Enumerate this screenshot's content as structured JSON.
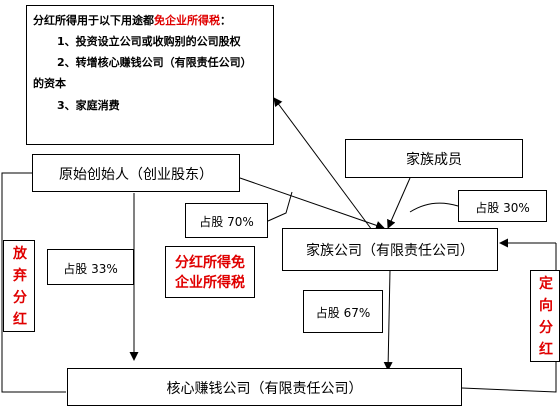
{
  "note": {
    "line1_prefix": "分红所得用于以下用途都",
    "line1_highlight": "免企业所得税",
    "line1_suffix": "：",
    "line2": "1、投资设立公司或收购别的公司股权",
    "line3": "2、转增核心赚钱公司（有限责任公司）",
    "line4": "的资本",
    "line5": "3、家庭消费"
  },
  "nodes": {
    "founder": "原始创始人（创业股东）",
    "family_members": "家族成员",
    "family_company": "家族公司（有限责任公司）",
    "core_company": "核心赚钱公司（有限责任公司）"
  },
  "stakes": {
    "founder_to_family": "占股 70%",
    "members_to_family": "占股 30%",
    "founder_to_core": "占股 33%",
    "family_to_core": "占股 67%"
  },
  "annotations": {
    "dividend_tax_free": "分红所得免企业所得税",
    "abandon_dividend": "放弃分红",
    "directed_dividend": "定向分红"
  },
  "colors": {
    "highlight": "#e00000",
    "line": "#000000"
  }
}
